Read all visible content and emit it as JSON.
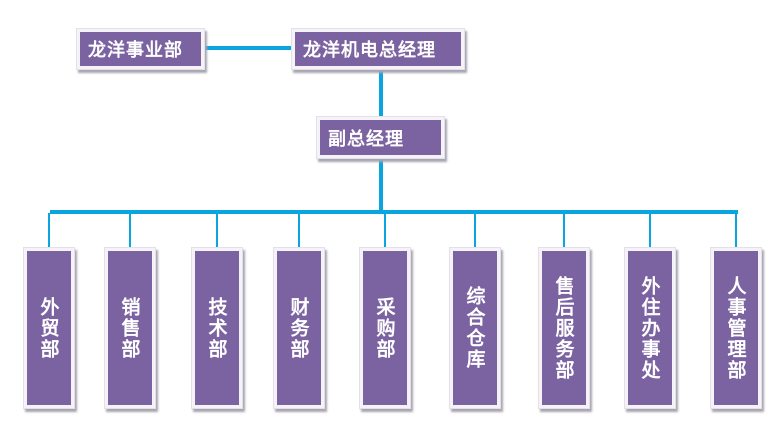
{
  "diagram": {
    "division": "龙洋事业部",
    "general_manager": "龙洋机电总经理",
    "deputy_manager": "副总经理",
    "departments": [
      "外贸部",
      "销售部",
      "技术部",
      "财务部",
      "采购部",
      "综合仓库",
      "售后服务部",
      "外住办事处",
      "人事管理部"
    ]
  },
  "colors": {
    "box": "#7b62a0",
    "connector": "#0aa5de"
  }
}
